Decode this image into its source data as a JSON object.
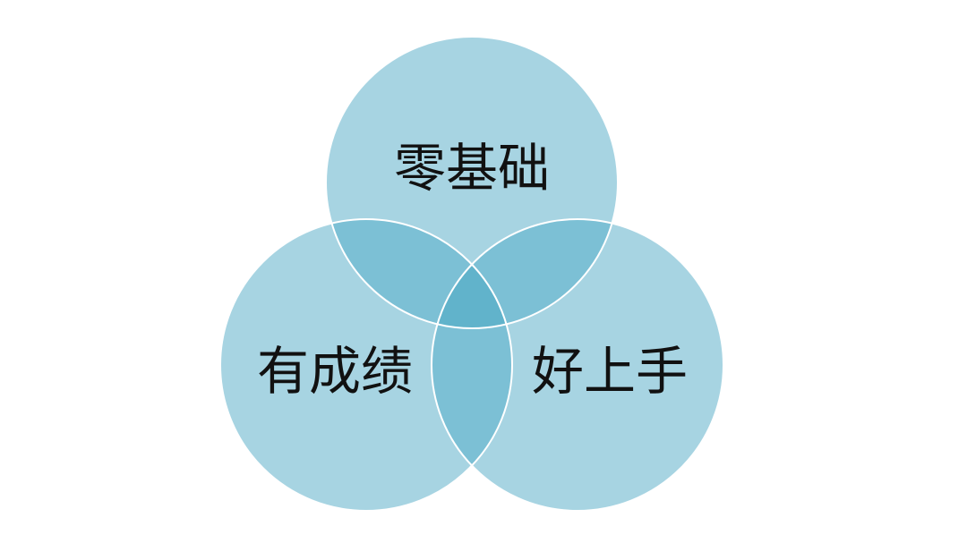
{
  "venn": {
    "sets": [
      {
        "id": "top",
        "label": "零基础"
      },
      {
        "id": "left",
        "label": "有成绩"
      },
      {
        "id": "right",
        "label": "好上手"
      }
    ]
  },
  "colors": {
    "circle_fill": "#a7d4e2",
    "pair_overlap_fill": "#7cc0d5",
    "triple_overlap_fill": "#61b3cb",
    "circle_stroke": "#ffffff",
    "label_text": "#111111",
    "background": "#ffffff"
  }
}
